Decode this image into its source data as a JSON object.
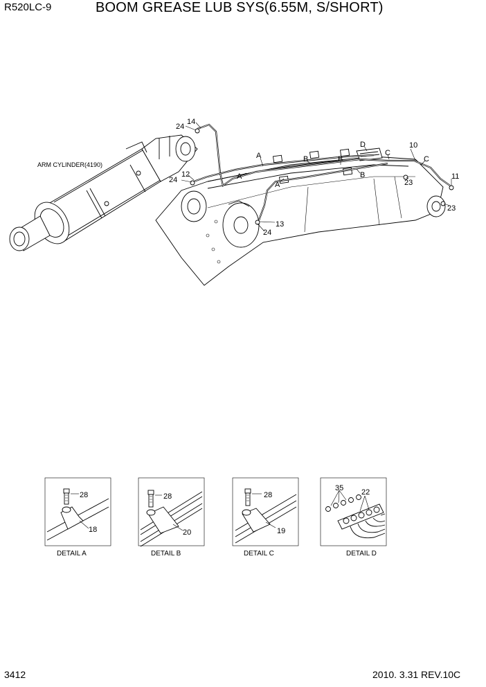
{
  "header": {
    "model": "R520LC-9",
    "title": "BOOM GREASE LUB SYS(6.55M, S/SHORT)"
  },
  "footer": {
    "page_number": "3412",
    "revision": "2010. 3.31  REV.10C"
  },
  "main_diagram": {
    "component_label": "ARM CYLINDER(4190)",
    "part_callouts": [
      "14",
      "24",
      "12",
      "24",
      "13",
      "24",
      "10",
      "11",
      "23",
      "23"
    ],
    "detail_markers": [
      "A",
      "A",
      "A",
      "B",
      "B",
      "B",
      "C",
      "C",
      "D"
    ]
  },
  "details": [
    {
      "caption": "DETAIL  A",
      "parts": [
        "28",
        "18"
      ]
    },
    {
      "caption": "DETAIL  B",
      "parts": [
        "28",
        "20"
      ]
    },
    {
      "caption": "DETAIL  C",
      "parts": [
        "28",
        "19"
      ]
    },
    {
      "caption": "DETAIL  D",
      "parts": [
        "35",
        "22"
      ]
    }
  ]
}
